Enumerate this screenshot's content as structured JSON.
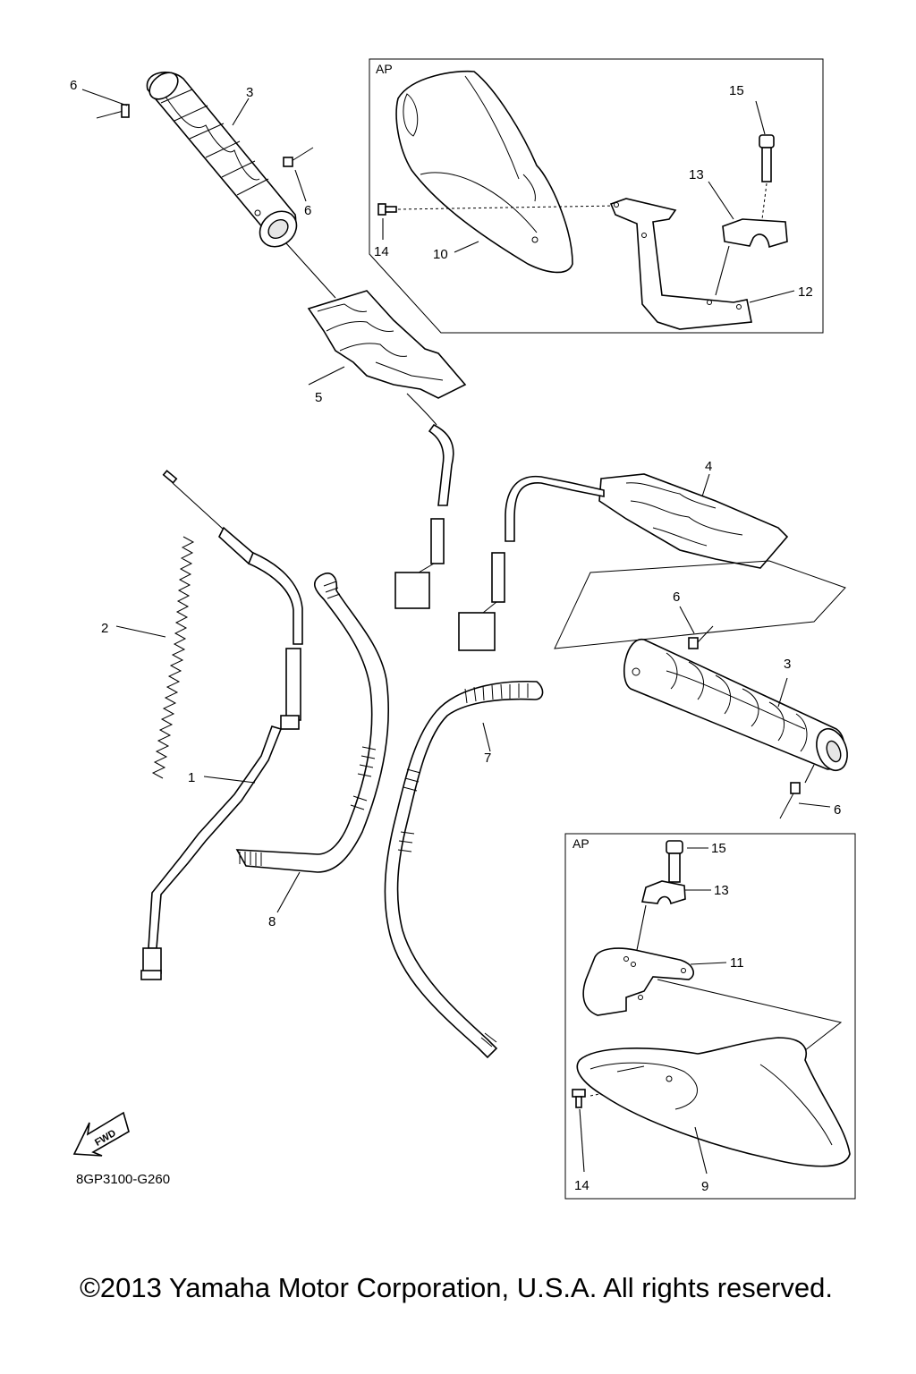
{
  "diagram": {
    "box_label_top": "AP",
    "box_label_bottom": "AP",
    "callouts": {
      "c1": "1",
      "c2": "2",
      "c3_top": "3",
      "c3_right": "3",
      "c4": "4",
      "c5": "5",
      "c6_top_left": "6",
      "c6_top_right": "6",
      "c6_mid": "6",
      "c6_bottom": "6",
      "c7": "7",
      "c8": "8",
      "c9": "9",
      "c10": "10",
      "c11": "11",
      "c12": "12",
      "c13_top": "13",
      "c13_bottom": "13",
      "c14_top": "14",
      "c14_bottom": "14",
      "c15_top": "15",
      "c15_bottom": "15"
    },
    "fwd_label": "FWD",
    "diagram_code": "8GP3100-G260",
    "copyright": "©2013 Yamaha Motor Corporation, U.S.A. All rights reserved."
  }
}
